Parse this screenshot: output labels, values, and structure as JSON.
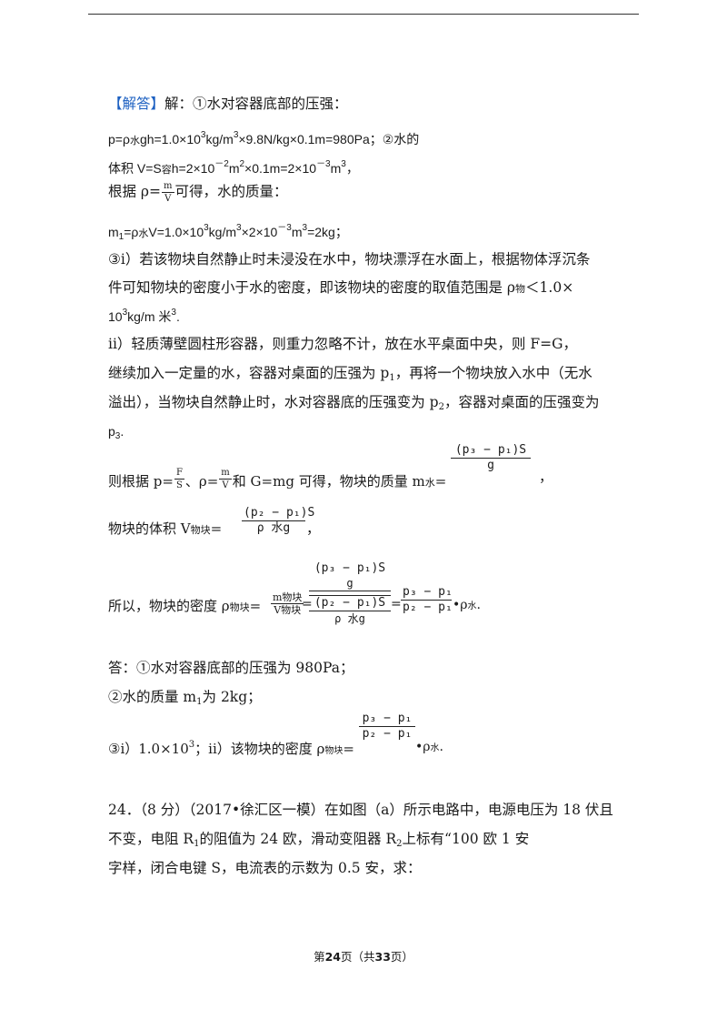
{
  "answer": {
    "tag": "【解答】",
    "line1": "解：①水对容器底部的压强：",
    "line2": {
      "a": "p=ρ",
      "b": "水",
      "c": "gh=1.0×10",
      "d": "3",
      "e": "kg/m",
      "f": "3",
      "g": "×9.8N/kg×0.1m=980Pa；②水的"
    },
    "line3": {
      "a": "体积 V=S",
      "b": "容",
      "c": "h=2×10",
      "d": "－2",
      "e": "m",
      "f": "2",
      "g": "×0.1m=2×10",
      "h": "－3",
      "i": "m",
      "j": "3",
      "k": "，"
    },
    "line4": {
      "a": "根据 ρ=",
      "num": "m",
      "den": "V",
      "b": "可得，水的质量："
    },
    "line5": {
      "a": "m",
      "b": "1",
      "c": "=ρ",
      "d": "水",
      "e": "V=1.0×10",
      "f": "3",
      "g": "kg/m",
      "h": "3",
      "i": "×2×10",
      "j": "－3",
      "k": "m",
      "l": "3",
      "m": "=2kg；"
    },
    "line6": "③i）若该物块自然静止时未浸没在水中，物块漂浮在水面上，根据物体浮沉条",
    "line7": {
      "a": "件可知物块的密度小于水的密度，即该物块的密度的取值范围是 ρ",
      "b": "物",
      "c": "＜1.0×"
    },
    "line8": {
      "a": "10",
      "b": "3",
      "c": "kg/m 米",
      "d": "3",
      "e": "."
    },
    "line9": "ii）轻质薄壁圆柱形容器，则重力忽略不计，放在水平桌面中央，则 F=G，",
    "line10": {
      "a": "继续加入一定量的水，容器对桌面的压强为 p",
      "b": "1",
      "c": "，再将一个物块放入水中（无水"
    },
    "line11": {
      "a": "溢出），当物块自然静止时，水对容器底的压强变为 p",
      "b": "2",
      "c": "，容器对桌面的压强变为"
    },
    "line12": {
      "a": "p",
      "b": "3",
      "c": "."
    },
    "line13": {
      "a": "则根据 p=",
      "n1": "F",
      "d1": "S",
      "b": "、ρ=",
      "n2": "m",
      "d2": "V",
      "c": "和  G=mg  可得，物块的质量  m",
      "d": "水",
      "e": "=",
      "mnum": "(p₃ − p₁)S",
      "mden": "g",
      "f": "，"
    },
    "line14": {
      "a": "物块的体积 V",
      "b": "物块",
      "c": "=",
      "vnum": "(p₂ − p₁)S",
      "vden": "ρ 水g",
      "d": "，"
    },
    "line15": {
      "a": "所以，物块的密度 ρ",
      "b": "物块",
      "c": "=",
      "n1": "m物块",
      "d1": "V物块",
      "e": "=",
      "bnum": "(p₃ − p₁)S",
      "bnum2": "g",
      "bden": "(p₂ − p₁)S",
      "bden2": "ρ 水g",
      "f": "=",
      "rnum": "p₃ − p₁",
      "rden": "p₂ − p₁",
      "g": "•ρ",
      "h": "水",
      "i": "."
    },
    "ans1": "答：①水对容器底部的压强为 980Pa；",
    "ans2": {
      "a": "②水的质量 m",
      "b": "1",
      "c": "为 2kg；"
    },
    "ans3": {
      "a": "③i）1.0×10",
      "b": "3",
      "c": "；ii）该物块的密度 ρ",
      "d": "物块",
      "e": "=",
      "num": "p₃ − p₁",
      "den": "p₂ − p₁",
      "f": "•ρ",
      "g": "水",
      "h": "."
    }
  },
  "question": {
    "line1": "24．（8 分）（2017•徐汇区一模）在如图（a）所示电路中，电源电压为 18 伏且",
    "line2": {
      "a": "不变，电阻 R",
      "b": "1",
      "c": "的阻值为 24 欧，滑动变阻器 R",
      "d": "2",
      "e": "上标有“100 欧 1 安"
    },
    "line3": "字样，闭合电键 S，电流表的示数为 0.5 安，求："
  },
  "footer": {
    "a": "第",
    "page": "24",
    "b": "页（共",
    "total": "33",
    "c": "页）"
  }
}
